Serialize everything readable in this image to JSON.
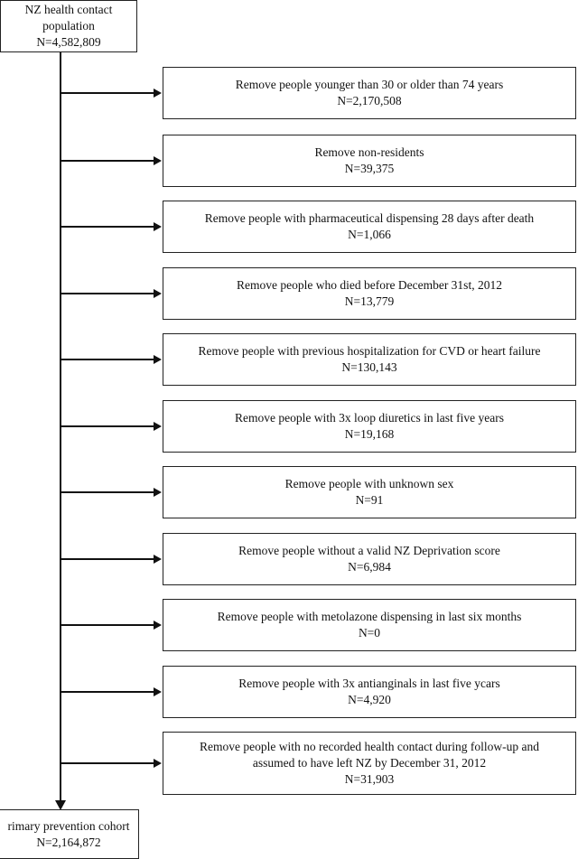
{
  "start": {
    "lines": [
      "NZ health contact",
      "population",
      "N=4,582,809"
    ]
  },
  "exclusions": [
    {
      "lines": [
        "Remove people younger than 30 or older than 74 years",
        "N=2,170,508"
      ]
    },
    {
      "lines": [
        "Remove non-residents",
        "N=39,375"
      ]
    },
    {
      "lines": [
        "Remove people with pharmaceutical dispensing 28 days after death",
        "N=1,066"
      ]
    },
    {
      "lines": [
        "Remove people who died before December 31st, 2012",
        "N=13,779"
      ]
    },
    {
      "lines": [
        "Remove people with previous hospitalization for CVD or heart failure",
        "N=130,143"
      ]
    },
    {
      "lines": [
        "Remove people with 3x loop diuretics in last five years",
        "N=19,168"
      ]
    },
    {
      "lines": [
        "Remove people with unknown sex",
        "N=91"
      ]
    },
    {
      "lines": [
        "Remove people without a valid NZ Deprivation score",
        "N=6,984"
      ]
    },
    {
      "lines": [
        "Remove people with metolazone dispensing in last six months",
        "N=0"
      ]
    },
    {
      "lines": [
        "Remove people with 3x antianginals in last five ycars",
        "N=4,920"
      ]
    },
    {
      "lines": [
        "Remove people with no recorded health contact during follow-up and",
        "assumed to have left NZ by December 31, 2012",
        "N=31,903"
      ]
    }
  ],
  "end": {
    "lines": [
      "rimary prevention cohort",
      "N=2,164,872"
    ]
  },
  "colors": {
    "line": "#111111",
    "border": "#222222"
  }
}
